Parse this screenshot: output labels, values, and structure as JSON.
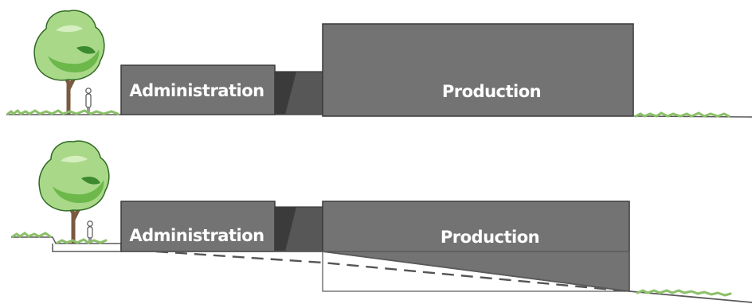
{
  "diagrams": [
    {
      "id": "upper",
      "labels": {
        "administration": "Administration",
        "production": "Production"
      }
    },
    {
      "id": "lower",
      "labels": {
        "administration": "Administration",
        "production": "Production"
      }
    }
  ],
  "colors": {
    "building_fill": "#737373",
    "building_dark": "#3b3b3b",
    "building_connector": "#575757",
    "outline": "#3a3a3a",
    "foliage_light": "#a9d889",
    "foliage_mid": "#6cb84a",
    "foliage_dark": "#3d8a2e",
    "trunk": "#7a5a40",
    "grass": "#8cc068",
    "ground_line": "#5a5a5a",
    "dashed_line": "#555555"
  }
}
